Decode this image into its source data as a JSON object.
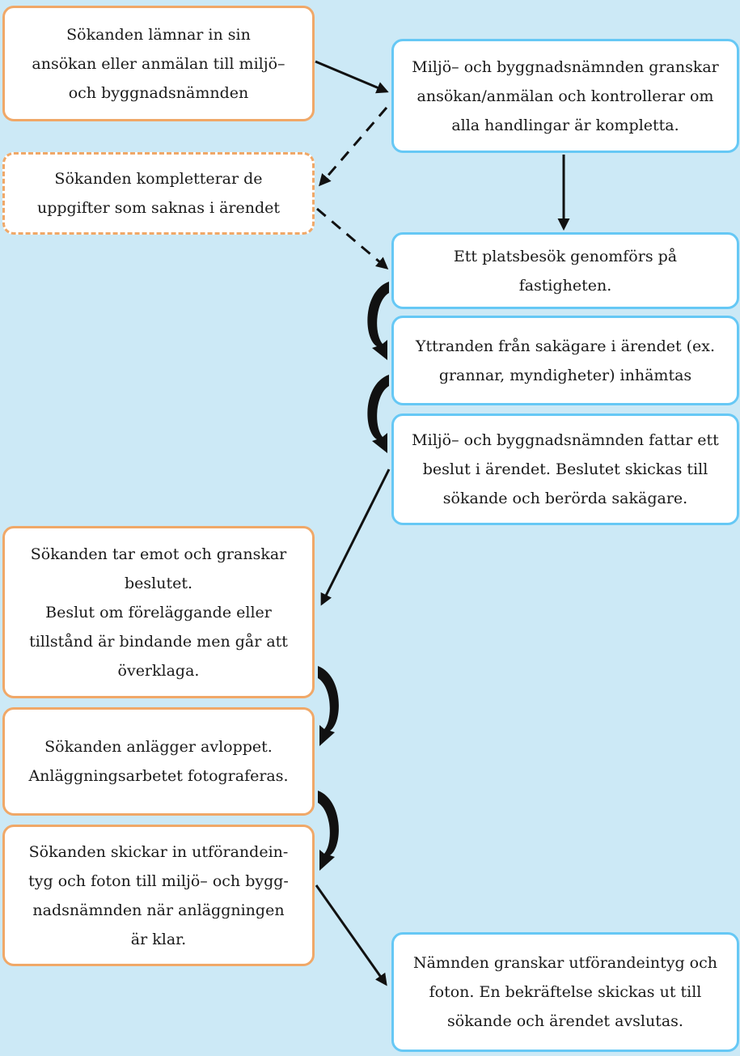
{
  "colors": {
    "background": "#cce9f6",
    "applicant_border": "#f0a868",
    "board_border": "#66c8f5",
    "arrow": "#111111"
  },
  "steps": [
    {
      "id": "s1",
      "text": "Sökanden lämnar in sin\nansökan eller anmälan till miljö–\noch byggnadsnämnden"
    },
    {
      "id": "s2",
      "text": "Miljö– och byggnadsnämnden granskar\nansökan/anmälan och kontrollerar om\nalla handlingar är kompletta."
    },
    {
      "id": "s3",
      "text": "Sökanden kompletterar de\nuppgifter som saknas i ärendet"
    },
    {
      "id": "s4",
      "text": "Ett platsbesök genomförs på\nfastigheten."
    },
    {
      "id": "s5",
      "text": "Yttranden från sakägare i ärendet (ex.\ngrannar, myndigheter) inhämtas"
    },
    {
      "id": "s6",
      "text": "Miljö– och byggnadsnämnden fattar ett\nbeslut i ärendet. Beslutet skickas till\nsökande och berörda sakägare."
    },
    {
      "id": "s7",
      "text": "Sökanden tar emot och granskar\nbeslutet.\nBeslut om föreläggande eller\ntillstånd är bindande men går att\növerklaga."
    },
    {
      "id": "s8",
      "text": "Sökanden anlägger avloppet.\nAnläggningsarbetet fotograferas."
    },
    {
      "id": "s9",
      "text": "Sökanden skickar in utförandein-\ntyg och foton till miljö– och bygg-\nnadsnämnden när anläggningen\när klar."
    },
    {
      "id": "s10",
      "text": "Nämnden granskar utförandeintyg och\nfoton. En bekräftelse skickas ut till\nsökande och ärendet avslutas."
    }
  ]
}
